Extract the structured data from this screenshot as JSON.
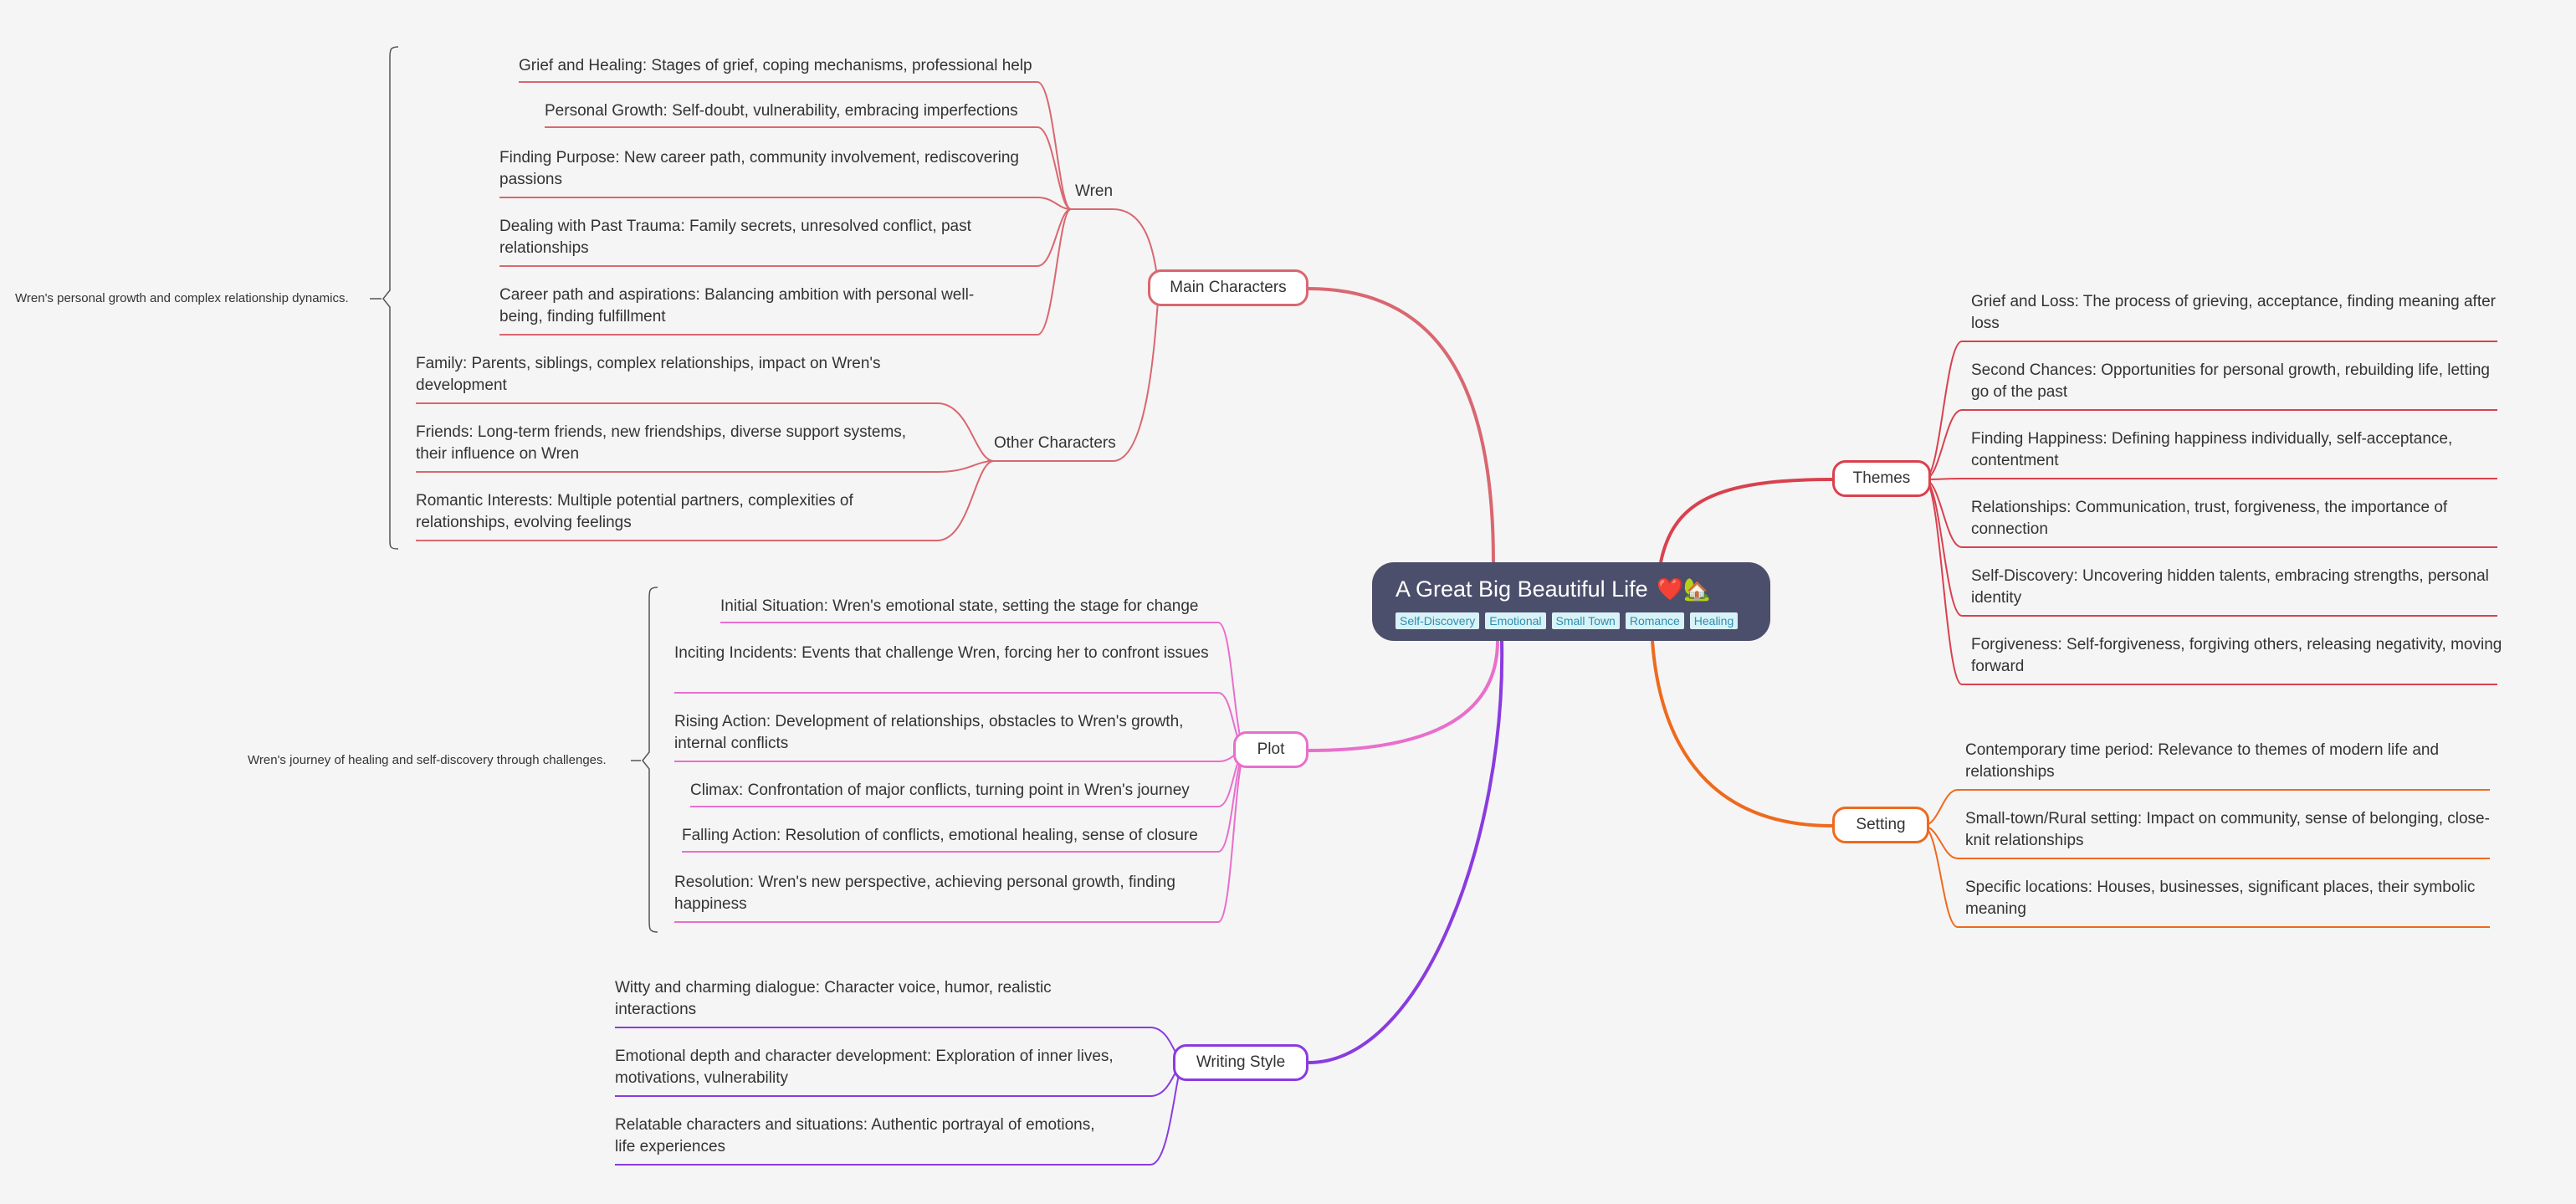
{
  "central": {
    "title": "A Great Big Beautiful Life",
    "emoji": "❤️🏡",
    "tags": [
      "Self-Discovery",
      "Emotional",
      "Small Town",
      "Romance",
      "Healing"
    ]
  },
  "colors": {
    "central_bg": "#4c4f6b",
    "main_characters": "#d96770",
    "themes": "#d9414e",
    "setting": "#ee6a1e",
    "plot": "#e86fcc",
    "writing_style": "#8a3be0",
    "tag_bg": "#d9f2f7",
    "tag_text": "#2b8fb0"
  },
  "main_characters": {
    "label": "Main Characters",
    "summary": "Wren's personal growth and complex relationship dynamics.",
    "wren": {
      "label": "Wren",
      "items": [
        "Grief and Healing: Stages of grief, coping mechanisms, professional help",
        "Personal Growth: Self-doubt, vulnerability, embracing imperfections",
        "Finding Purpose:  New career path, community involvement, rediscovering passions",
        "Dealing with Past Trauma: Family secrets, unresolved conflict, past relationships",
        "Career path and aspirations:  Balancing ambition with personal well-being, finding fulfillment"
      ]
    },
    "other": {
      "label": "Other Characters",
      "items": [
        "Family:  Parents, siblings, complex relationships, impact on Wren's development",
        "Friends:  Long-term friends, new friendships, diverse support systems, their influence on Wren",
        "Romantic Interests:  Multiple potential partners, complexities of relationships, evolving feelings"
      ]
    }
  },
  "plot": {
    "label": "Plot",
    "summary": "Wren's journey of healing and self-discovery through challenges.",
    "items": [
      "Initial Situation: Wren's emotional state, setting the stage for change",
      "Inciting Incidents: Events that challenge Wren, forcing her to confront issues",
      "Rising Action:  Development of relationships, obstacles to Wren's growth, internal conflicts",
      "Climax:  Confrontation of major conflicts, turning point in Wren's journey",
      "Falling Action:  Resolution of conflicts, emotional healing, sense of closure",
      "Resolution:  Wren's new perspective, achieving personal growth, finding happiness"
    ]
  },
  "writing_style": {
    "label": "Writing Style",
    "items": [
      "Witty and charming dialogue:  Character voice, humor, realistic interactions",
      "Emotional depth and character development:  Exploration of inner lives, motivations, vulnerability",
      "Relatable characters and situations:  Authentic portrayal of emotions, life experiences"
    ]
  },
  "themes": {
    "label": "Themes",
    "items": [
      "Grief and Loss:  The process of grieving, acceptance, finding meaning after loss",
      "Second Chances:  Opportunities for personal growth, rebuilding life, letting go of the past",
      "Finding Happiness:  Defining happiness individually, self-acceptance, contentment",
      "Relationships:  Communication, trust, forgiveness, the importance of connection",
      "Self-Discovery:  Uncovering hidden talents, embracing strengths, personal identity",
      "Forgiveness:  Self-forgiveness, forgiving others, releasing negativity, moving forward"
    ]
  },
  "setting": {
    "label": "Setting",
    "items": [
      "Contemporary time period:  Relevance to themes of modern life and relationships",
      "Small-town/Rural setting:  Impact on community, sense of belonging, close-knit relationships",
      "Specific locations:  Houses, businesses, significant places, their symbolic meaning"
    ]
  }
}
